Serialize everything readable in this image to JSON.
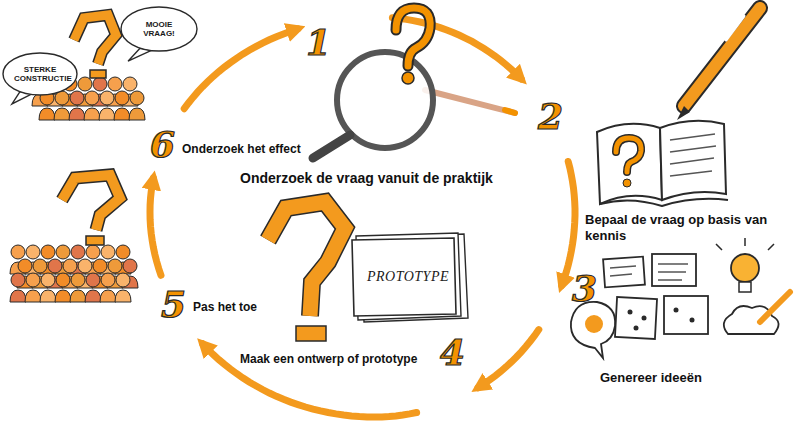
{
  "diagram": {
    "nodes": [
      {
        "text": [
          "STERKE CONSTRUCTIE"
        ]
      },
      {
        "text": [
          "MOOIE VRAAG!"
        ]
      },
      {
        "text": [
          "PROTOTYPE"
        ]
      }
    ],
    "labels": [
      "1",
      "Onderzoek de vraag vanuit de praktijk",
      "2",
      "Bepaal de vraag op basis van kennis",
      "3",
      "Genereer ideeën",
      "4",
      "Maak een ontwerp of prototype",
      "5",
      "Pas het toe",
      "6",
      "Onderzoek het effect"
    ]
  }
}
